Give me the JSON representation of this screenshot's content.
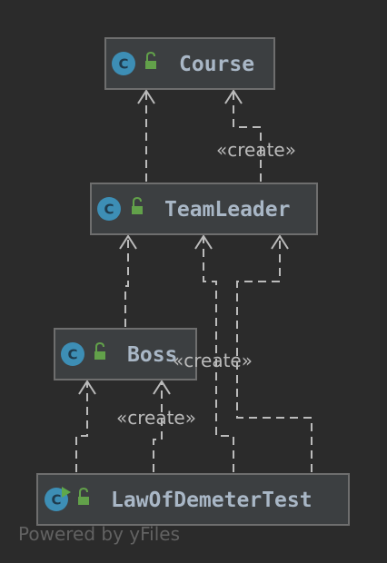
{
  "classes": [
    {
      "id": "course",
      "label": "Course",
      "icon": "class-icon",
      "visibility_icon": "public-lock-icon"
    },
    {
      "id": "teamleader",
      "label": "TeamLeader",
      "icon": "class-icon",
      "visibility_icon": "public-lock-icon"
    },
    {
      "id": "boss",
      "label": "Boss",
      "icon": "class-icon",
      "visibility_icon": "public-lock-icon"
    },
    {
      "id": "lawofdemetertest",
      "label": "LawOfDemeterTest",
      "icon": "runnable-class-icon",
      "visibility_icon": "public-lock-icon"
    }
  ],
  "edge_labels": {
    "teamleader_creates_course": "«create»",
    "lawofdemetertest_creates_teamleader": "«create»",
    "lawofdemetertest_creates_boss": "«create»"
  },
  "watermark": "Powered by yFiles",
  "colors": {
    "background": "#2b2b2b",
    "box_fill": "#3c3f41",
    "box_border": "#6e6e6e",
    "class_icon": "#3d8eb5",
    "lock_icon": "#62a14a",
    "run_badge": "#5fa84b"
  }
}
